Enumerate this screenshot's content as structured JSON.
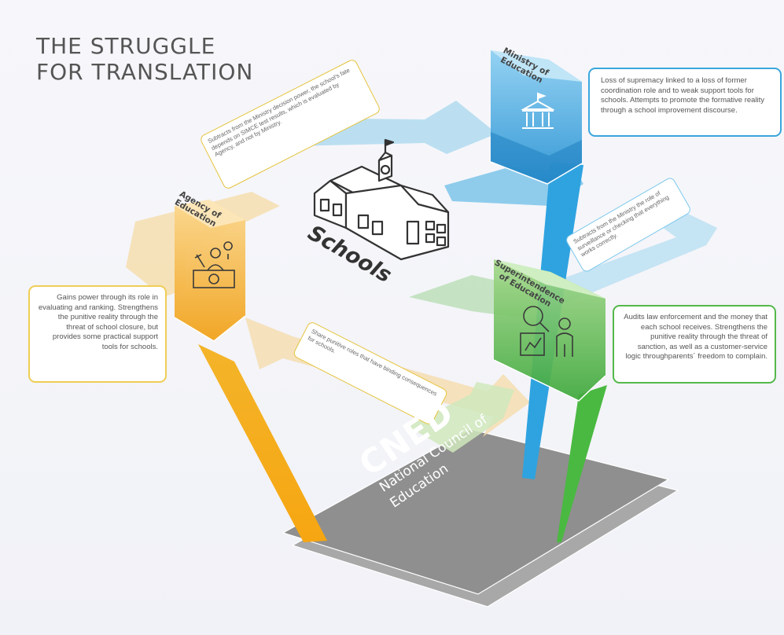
{
  "title": {
    "line1": "THE STRUGGLE",
    "line2": "FOR TRANSLATION"
  },
  "colors": {
    "ministry": "#3aa6dc",
    "agency": "#f2a516",
    "superintendence": "#4fb648",
    "cned": "#8e8e8e",
    "schools_note": "#e5c43e"
  },
  "ministry": {
    "label_line1": "Ministry of",
    "label_line2": "Education",
    "icon": "government-building-icon",
    "callout": "Loss of supremacy linked to a loss of former coordination role and to weak support tools for schools. Attempts to promote the formative reality through a school improvement discourse."
  },
  "agency": {
    "label_line1": "Agency of",
    "label_line2": "Education",
    "icon": "evaluator-at-desk-icon",
    "callout": "Gains power through its role in evaluating and ranking. Strengthens the punitive reality through the threat of school closure, but provides some practical support tools for schools."
  },
  "superintendence": {
    "label_line1": "Superintendence",
    "label_line2": "of Education",
    "icon": "auditor-inspecting-icon",
    "callout": "Audits law enforcement and the money that each school receives. Strengthens the punitive reality through the threat of sanction, as well as a customer-service logic throughparents´ freedom to complain."
  },
  "schools": {
    "label": "Schools",
    "icon": "school-building-icon",
    "note": "Subtracts from the Ministry decision power, the school's fate depends on SIMCE test results, which is evaluated by Agency, and not by Ministry."
  },
  "notes": {
    "ministry_role": "Subtracts from the Ministry the role of surveillance or checking that everything works correctly.",
    "punitive_roles": "Share punitive roles that have binding consequences for schools."
  },
  "cned": {
    "acronym": "CNED",
    "line1": "National Council of",
    "line2": "Education"
  }
}
